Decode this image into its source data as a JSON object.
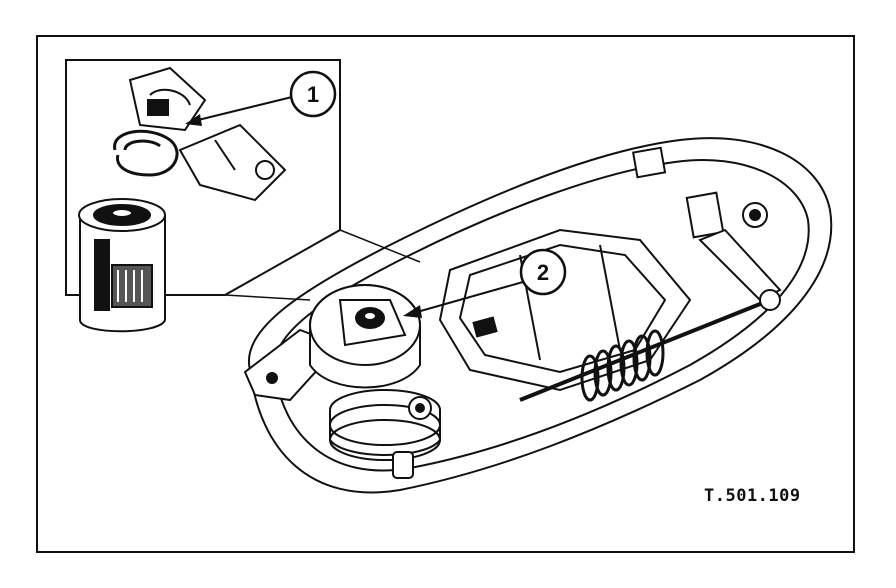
{
  "figure": {
    "reference_code": "T.501.109",
    "callouts": [
      {
        "label": "1"
      },
      {
        "label": "2"
      }
    ]
  },
  "colors": {
    "ink": "#111111",
    "paper": "#ffffff",
    "shade": "#555555"
  }
}
